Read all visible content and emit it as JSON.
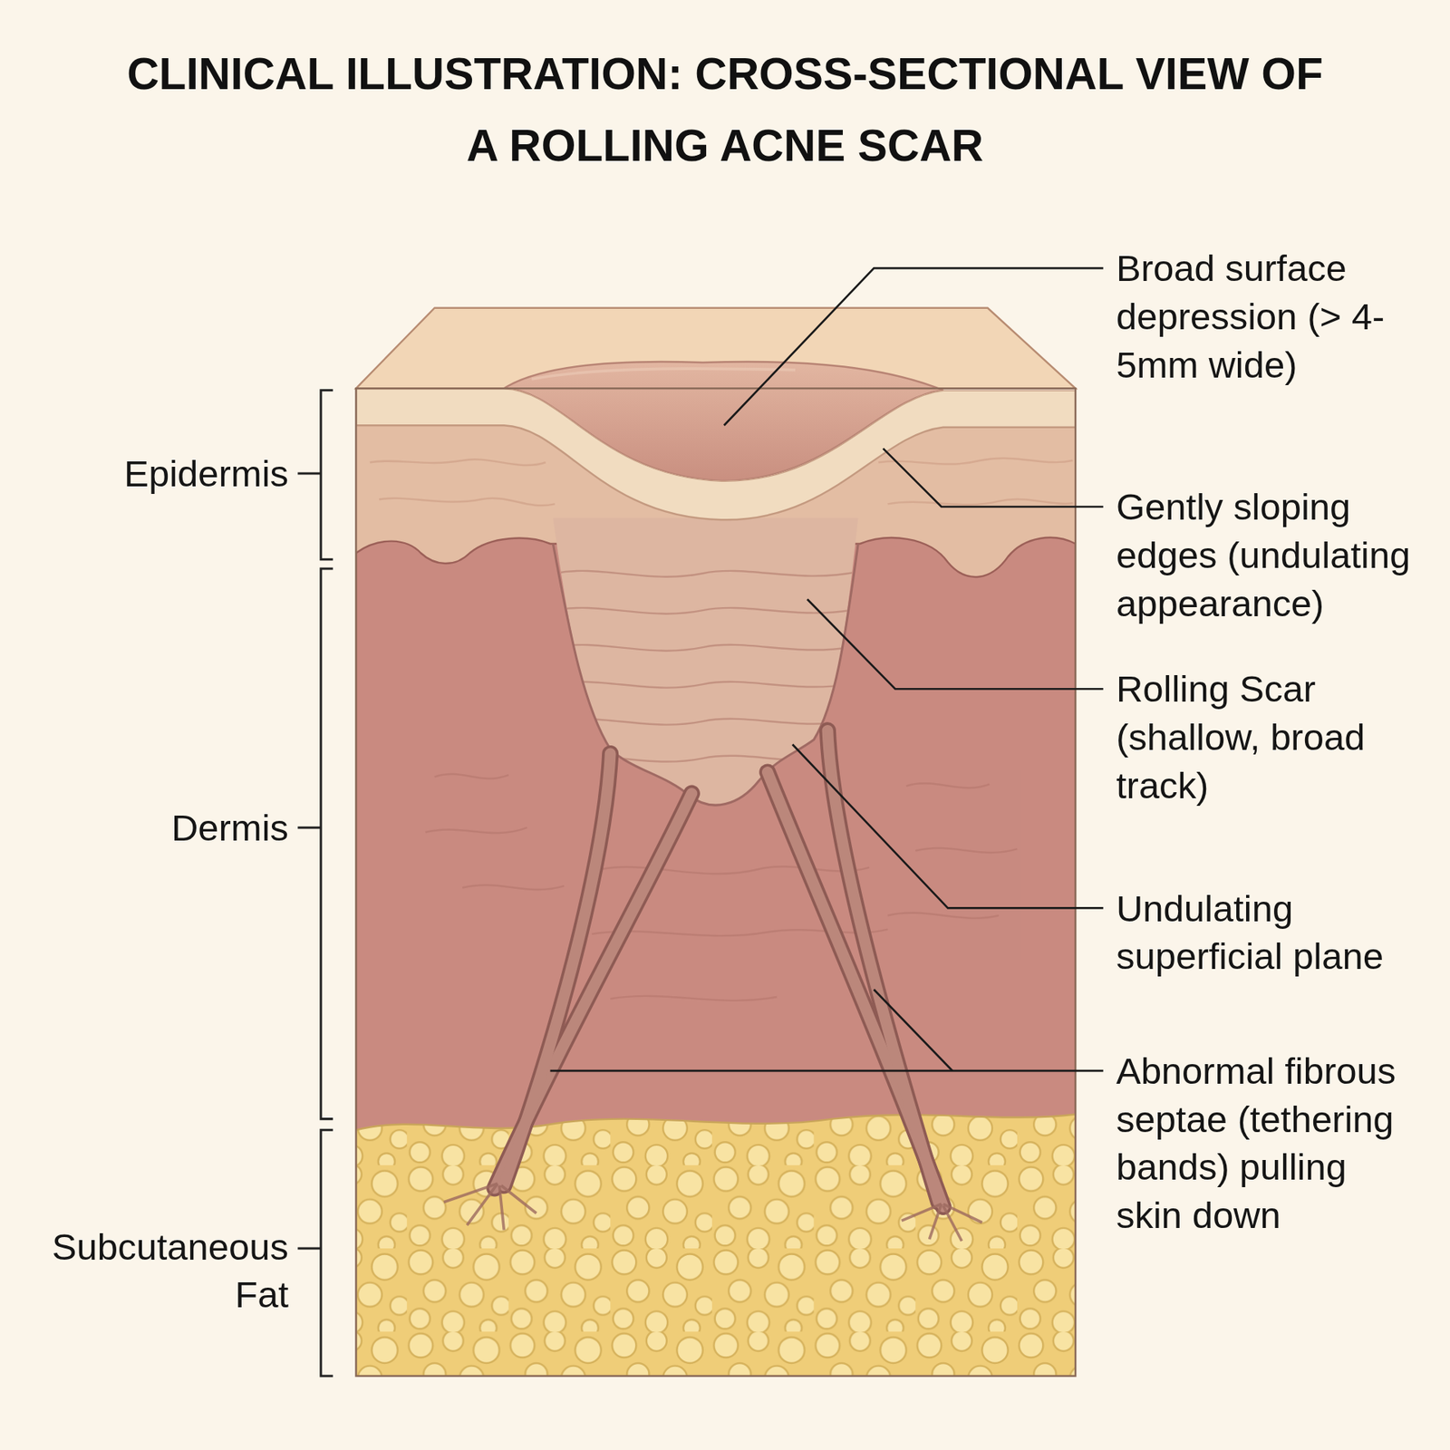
{
  "diagram": {
    "title": "CLINICAL ILLUSTRATION: CROSS-SECTIONAL VIEW OF A ROLLING ACNE SCAR",
    "labels": [
      "Epidermis",
      "Dermis",
      "Subcutaneous Fat",
      "Broad surface depression (> 4-5mm wide)",
      "Gently sloping edges (undulating appearance)",
      "Rolling Scar (shallow, broad track)",
      "Undulating superficial plane",
      "Abnormal fibrous septae (tethering bands) pulling skin down"
    ]
  }
}
